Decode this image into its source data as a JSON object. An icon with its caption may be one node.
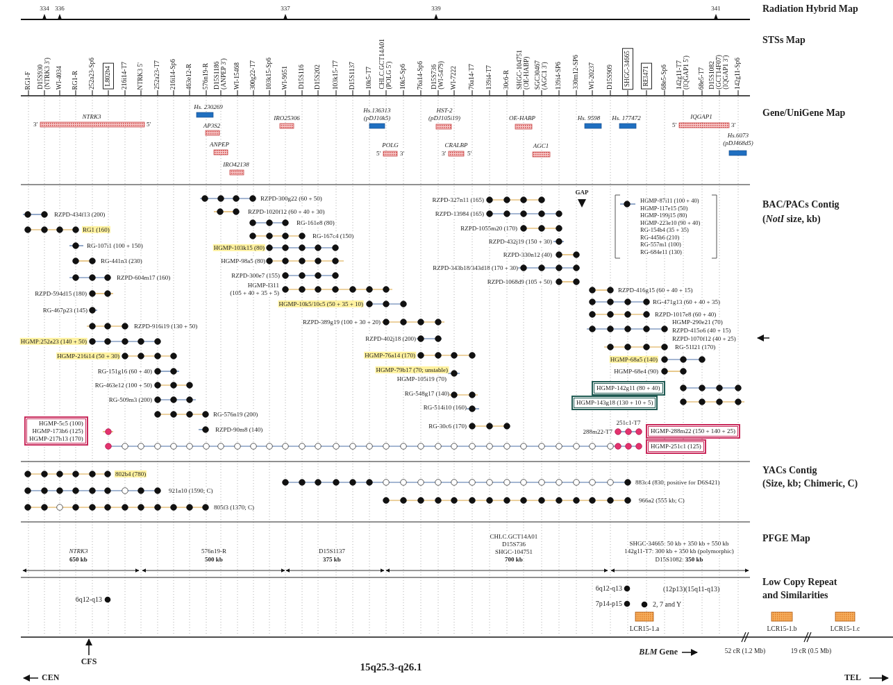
{
  "diagram": {
    "nodes": [
      {
        "text": [
          "L802b4"
        ]
      },
      {
        "text": [
          "SHGC-34665"
        ]
      },
      {
        "text": [
          "REI471"
        ]
      },
      {
        "text": [
          "HGMP-5c5 (100)",
          "HGMP-173b6 (125)",
          "HGMP-217h13 (170)"
        ]
      },
      {
        "text": [
          "HGMP-142g11 (80 + 40)"
        ]
      },
      {
        "text": [
          "HGMP-143g18 (130 + 10 + 5)"
        ]
      },
      {
        "text": [
          "HGMP-288m22 (150 + 140 + 25)"
        ]
      },
      {
        "text": [
          "HGMP-251c1 (125)"
        ]
      }
    ],
    "labels": [
      "334",
      "336",
      "337",
      "339",
      "341",
      "Radiation Hybrid Map",
      "RG1-F",
      "D15S930 (NTRK3 3')",
      "WI-4034",
      "RG1-R",
      "252a23-Sp6",
      "216i14-T7",
      "NTRK3 5'",
      "252a23-T7",
      "216i14-Sp6",
      "463e12-R",
      "576n19-R",
      "D15S1186 (ANPEP 3')",
      "WI-15468",
      "300g22-T7",
      "103k15-Sp6",
      "WI-9651",
      "D15S116",
      "D15S202",
      "103k15-T7",
      "D15S1137",
      "10k5-T7",
      "CHLC.GCT14A01 (POLG 5')",
      "10k5-Sp6",
      "76a14-Sp6",
      "D15S736 (WI-5479)",
      "WI-7222",
      "76a14-T7",
      "139i4-T7",
      "30c6-R",
      "SHGC-104751 (OE-HABP)",
      "SGC30467 (AGC1 3')",
      "139i4-SP6",
      "330m12-SP6",
      "WI-20237",
      "D15S909",
      "68e5-Sp6",
      "142g11-T7 (IQGAP1 5')",
      "68e5-T7",
      "D15S1082 (GCT14F07) (IQGAP1 3')",
      "142g11-Sp6",
      "STSs Map",
      "NTRK3",
      "3'",
      "5'",
      "Hs. 230269",
      "AP3S2",
      "ANPEP",
      "IRO42138",
      "IRO25306",
      "Hs.136313",
      "(pDJ10k5)",
      "POLG",
      "5'",
      "3'",
      "HST-2",
      "(pDJ105i19)",
      "CRALBP",
      "3'",
      "5'",
      "OE-HABP",
      "AGC1",
      "Hs. 9598",
      "Hs. 177472",
      "IQGAP1",
      "5'",
      "3'",
      "Hs.6073",
      "(pDJ468d5)",
      "Gene/UniGene Map",
      "GAP",
      "RZPD-300g22 (60 + 50)",
      "RZPD-327n11 (165)",
      "RZPD-434f13 (200)",
      "RZPD-1020f12 (60 + 40 + 30)",
      "RZPD-13984 (165)",
      "RG1 (160)",
      "RG-161e8 (80)",
      "RZPD-1055m20 (170)",
      "RG-167c4 (150)",
      "RZPD-432j19 (150 + 30)",
      "RG-107i1 (100 + 150)",
      "HGMP-103k15 (80)",
      "RZPD-330n12 (40)",
      "RG-441n3 (230)",
      "HGMP-98a5 (80)",
      "RZPD-343b18/343d18 (170 + 30)",
      "RZPD-604m17 (160)",
      "RZPD-300e7 (155)",
      "RZPD-1068d9 (105 + 50)",
      "HGMP-I311",
      "(105 + 40 + 35 + 5)",
      "RZPD-416g15 (60 + 40 + 15)",
      "RZPD-594d15 (180)",
      "HGMP-10k5/10c5 (50 + 35 + 10)",
      "RG-471g13 (60 + 40 + 35)",
      "RG-467p23 (145)",
      "RZPD-1017e8 (60 + 40)",
      "RZPD-389g19 (100 + 30 + 20)",
      "HGMP-290e21 (70)",
      "RZPD-916i19 (130 + 50)",
      "RZPD-415o6 (40 + 15)",
      "RZPD-402j18 (200)",
      "RZPD-1070f12 (40 + 25)",
      "HGMP:252a23 (140 + 50)",
      "RG-51I21 (170)",
      "HGMP-216i14 (50 + 30)",
      "HGMP-76a14 (170)",
      "HGMP-68a5 (140)",
      "RG-151g16 (60 + 40)",
      "HGMP-79b17 (70; unstable)",
      "HGMP-68e4 (90)",
      "HGMP-105i19 (70)",
      "RG-463e12 (100 + 50)",
      "RG-548g17 (140)",
      "RG-509m3 (200)",
      "RG-514i10 (160)",
      "RG-576n19 (200)",
      "RZPD-90m8 (140)",
      "RG-30c6 (170)",
      "251c1-T7",
      "288m22-T7",
      "HGMP-87i11 (100 + 40)",
      "HGMP-117e15 (50)",
      "HGMP-199j15 (80)",
      "HGMP-223e10 (90 + 40)",
      "RG-154b4 (35 + 35)",
      "RG-445b6 (210)",
      "RG-557m1 (100)",
      "RG-684e11 (130)",
      "BAC/PACs Contig",
      "(*NotI* size, kb)",
      "802b4 (780)",
      "883c4 (830; positive for D6S421)",
      "921a10 (1590; C)",
      "966a2 (555 kb; C)",
      "805f3 (1370; C)",
      "YACs Contig",
      "(Size, kb; Chimeric, C)",
      "CHLC.GCT14A01",
      "D15S736",
      "SHGC-34665: 50 kb + 350 kb + 550 kb",
      "NTRK3",
      "576n19-R",
      "D15S1137",
      "SHGC-104751",
      "142g11-T7: 300 kb + 350 kb (polymorphic)",
      "650 kb",
      "500 kb",
      "375 kb",
      "700 kb",
      "D15S1082: **350 kb**",
      "PFGE Map",
      "6q12-q13",
      "(12p13)(15q11-q13)",
      "Low Copy Repeat",
      "6q12-q13",
      "7p14-p15",
      "2, 7 and Y",
      "and Similarities",
      "LCR15-1.a",
      "LCR15-1.b",
      "LCR15-1.c",
      "*BLM* Gene",
      "52 cR (1.2 Mb)",
      "19 cR (0.5 Mb)",
      "CFS",
      "15q25.3-q26.1",
      "CEN",
      "TEL"
    ]
  }
}
